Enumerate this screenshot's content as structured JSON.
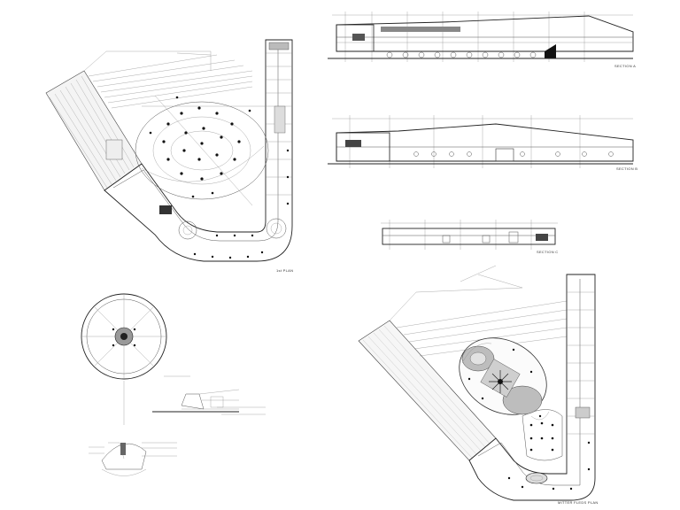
{
  "sheet": {
    "plan_top_title": "1st PLAN",
    "plan_bottom_title": "MITTER FLEDS PLAN",
    "section_a_title": "SECTION A",
    "section_b_title": "SECTION B",
    "section_c_title": "SECTION C"
  }
}
